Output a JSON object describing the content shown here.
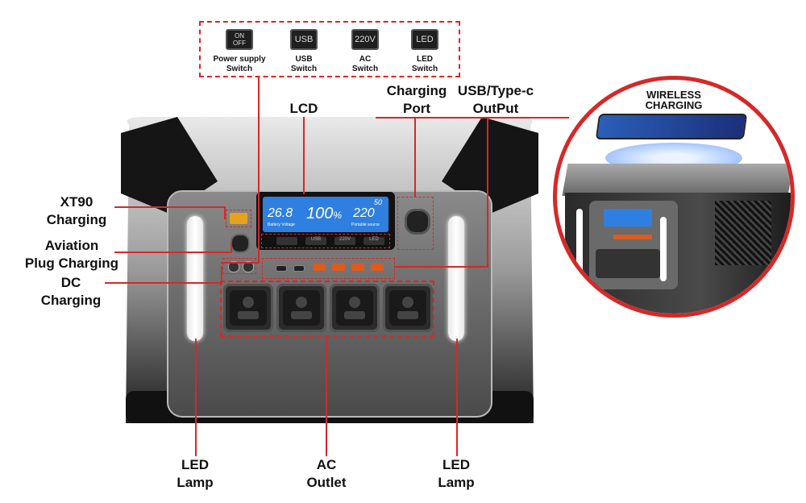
{
  "switches": [
    {
      "button": "ON\nOFF",
      "caption": [
        "Power supply",
        "Switch"
      ]
    },
    {
      "button": "USB",
      "caption": [
        "USB",
        "Switch"
      ]
    },
    {
      "button": "220V",
      "caption": [
        "AC",
        "Switch"
      ]
    },
    {
      "button": "LED",
      "caption": [
        "LED",
        "Switch"
      ]
    }
  ],
  "labels": {
    "lcd": "LCD",
    "charging_port": [
      "Charging",
      "Port"
    ],
    "usb_typec": [
      "USB/Type-c",
      "OutPut"
    ],
    "wireless": [
      "WIRELESS",
      "CHARGING"
    ],
    "xt90": [
      "XT90",
      "Charging"
    ],
    "aviation": [
      "Aviation",
      "Plug Charging"
    ],
    "dc": [
      "DC",
      "Charging"
    ],
    "led_lamp_left": [
      "LED",
      "Lamp"
    ],
    "ac_outlet": [
      "AC",
      "Outlet"
    ],
    "led_lamp_right": [
      "LED",
      "Lamp"
    ]
  },
  "lcd_display": {
    "battery_voltage": "26.8",
    "battery_voltage_caption": "Battery Voltage",
    "percent": "100",
    "percent_sign": "%",
    "output_voltage": "220",
    "output_caption": "Portable source",
    "frequency": "50",
    "buttons": [
      "",
      "USB",
      "220V",
      "LED"
    ]
  },
  "colors": {
    "accent": "#d62828",
    "lcd_blue": "#2f7fe0",
    "usb_orange": "#e05a1c",
    "body_dark": "#1a1a1a",
    "panel_gray": "#9a9a9a"
  }
}
